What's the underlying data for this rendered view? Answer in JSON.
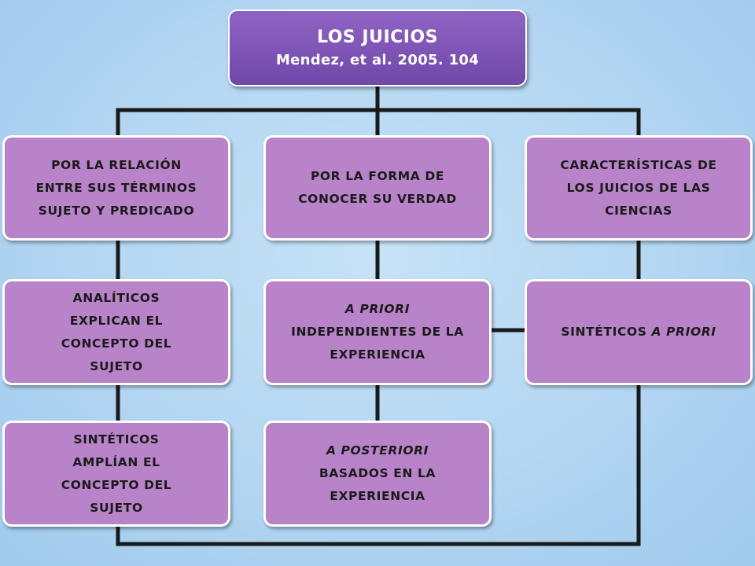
{
  "title": "LOS JUICIOS",
  "subtitle": "Mendez, et al. 2005. 104",
  "categories": {
    "relation": [
      "POR LA RELACIÓN",
      "ENTRE SUS TÉRMINOS",
      "SUJETO Y PREDICADO"
    ],
    "knowledge": [
      "POR LA FORMA DE",
      "CONOCER SU VERDAD"
    ],
    "sciences": [
      "CARACTERÍSTICAS DE",
      "LOS JUICIOS DE LAS",
      "CIENCIAS"
    ]
  },
  "nodes": {
    "analiticos": [
      "ANALÍTICOS",
      "EXPLICAN EL",
      "CONCEPTO DEL",
      "SUJETO"
    ],
    "sinteticos": [
      "SINTÉTICOS",
      "AMPLÍAN EL",
      "CONCEPTO DEL",
      "SUJETO"
    ],
    "a_priori": {
      "term": "A PRIORI",
      "lines": [
        "INDEPENDIENTES DE LA",
        "EXPERIENCIA"
      ]
    },
    "a_posteriori": {
      "term": "A POSTERIORI",
      "lines": [
        "BASADOS EN LA",
        "EXPERIENCIA"
      ]
    },
    "sinteticos_a_priori": {
      "prefix": "SINTÉTICOS ",
      "term": "A PRIORI"
    }
  },
  "colors": {
    "node_fill": "#b883c8",
    "title_fill": "#7e55b6",
    "connector": "#1a1a1a"
  }
}
